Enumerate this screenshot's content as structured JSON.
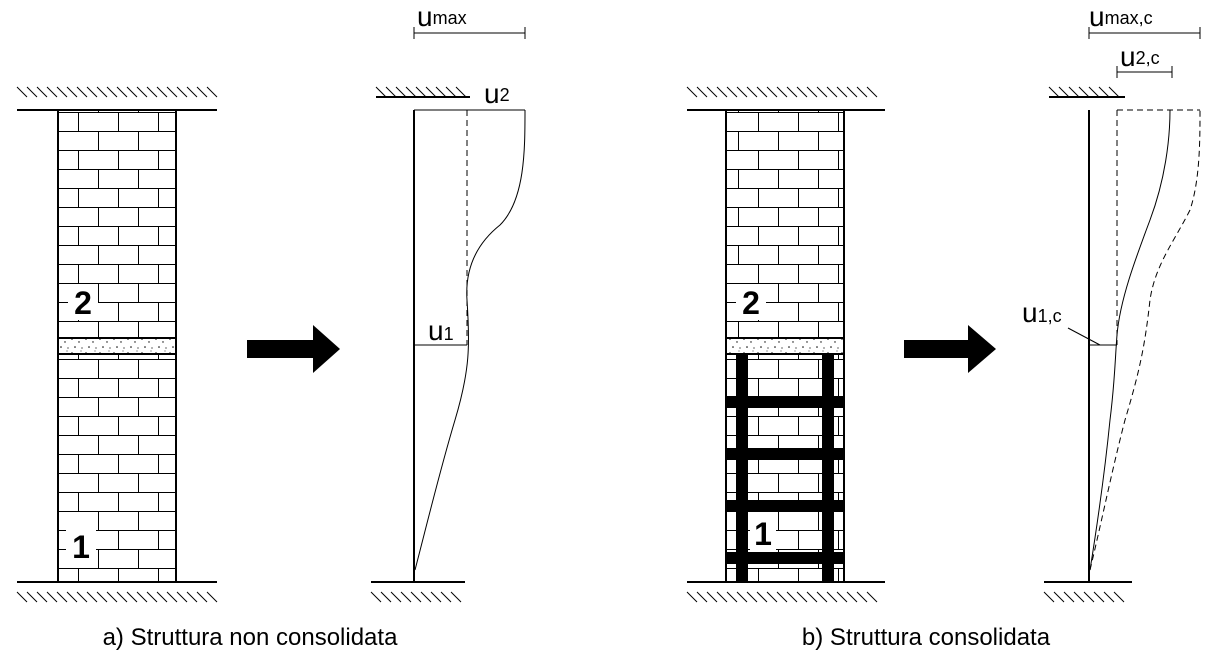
{
  "panel_a": {
    "caption": "a) Struttura non consolidata",
    "floor_upper": "2",
    "floor_lower": "1",
    "u_max": {
      "main": "u",
      "sub": "max"
    },
    "u_2": {
      "main": "u",
      "sub": "2"
    },
    "u_1": {
      "main": "u",
      "sub": "1"
    }
  },
  "panel_b": {
    "caption": "b) Struttura consolidata",
    "floor_upper": "2",
    "floor_lower": "1",
    "u_max_c": {
      "main": "u",
      "sub": "max,c"
    },
    "u_2_c": {
      "main": "u",
      "sub": "2,c"
    },
    "u_1_c": {
      "main": "u",
      "sub": "1,c"
    }
  },
  "icons": {
    "arrow": "right-arrow-icon",
    "support": "fixed-support-hatch-icon"
  },
  "colors": {
    "ink": "#000000",
    "background": "#ffffff"
  }
}
